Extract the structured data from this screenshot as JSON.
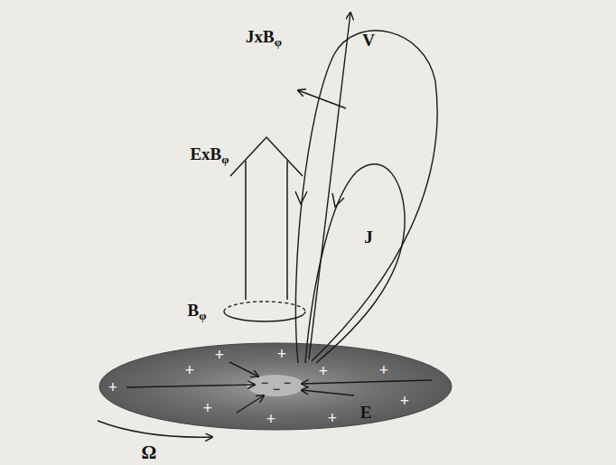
{
  "diagram": {
    "labels": [
      "JxBφ",
      "V",
      "ExBφ",
      "J",
      "Bφ",
      "E",
      "Ω",
      "+",
      "+",
      "+",
      "+",
      "+",
      "+",
      "+",
      "+",
      "+",
      "+",
      "−",
      "−",
      "−"
    ]
  }
}
